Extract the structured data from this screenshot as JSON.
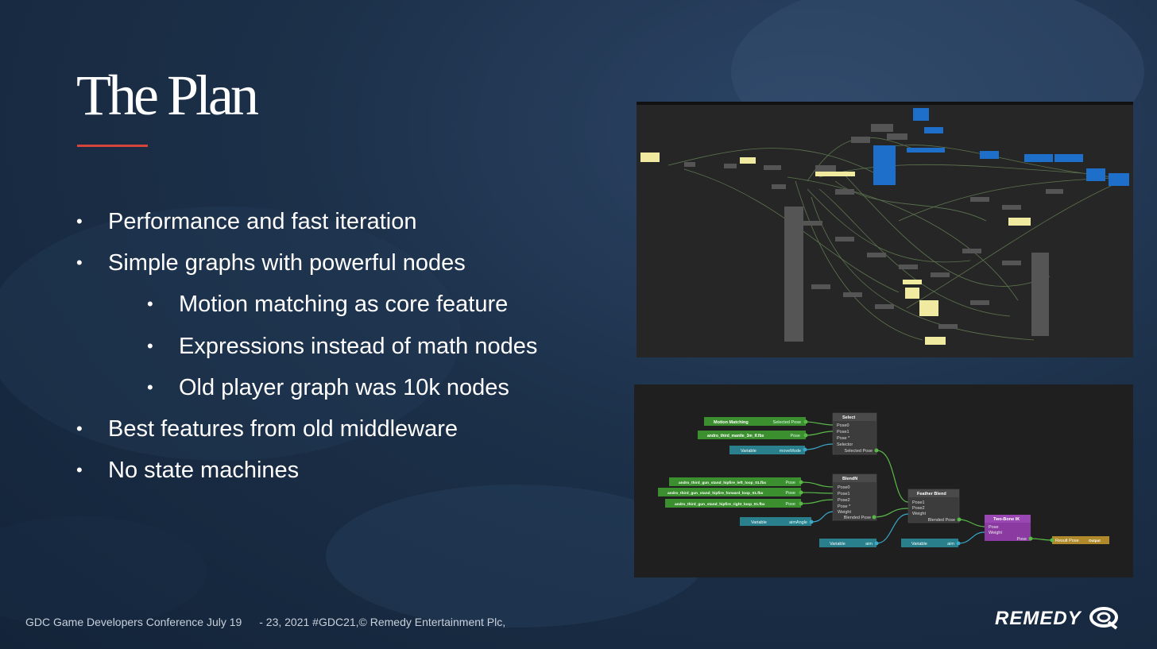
{
  "slide": {
    "title": "The Plan",
    "bullets": [
      {
        "text": "Performance and fast iteration",
        "level": 1
      },
      {
        "text": "Simple graphs with powerful nodes",
        "level": 1
      },
      {
        "text": "Motion matching as core feature",
        "level": 2
      },
      {
        "text": "Expressions instead of math nodes",
        "level": 2
      },
      {
        "text": "Old player graph was 10k nodes",
        "level": 2
      },
      {
        "text": "Best features from old middleware",
        "level": 1
      },
      {
        "text": "No state machines",
        "level": 1
      }
    ],
    "bullet_char": "•"
  },
  "graph_nodes": {
    "motion_matching": "Motion Matching",
    "selected_pose": "Selected Pose",
    "clip_mantle": "andro_third_mantle_3m_lf.fbx",
    "pose": "Pose",
    "variable": "Variable",
    "move_mode": "moveMode",
    "select": "Select",
    "pose0": "Pose0",
    "pose1": "Pose1",
    "pose_star": "Pose *",
    "selector": "Selector",
    "clip_left": "andro_third_gun_stand_hipfire_left_loop_01.fbx",
    "clip_forward": "andro_third_gun_stand_hipfire_forward_loop_01.fbx",
    "clip_right": "andro_third_gun_stand_hipfire_right_loop_01.fbx",
    "blendn": "BlendN",
    "pose2": "Pose2",
    "weight": "Weight",
    "blended_pose": "Blended Pose",
    "aim_angle": "aimAngle",
    "feather_blend": "Feather Blend",
    "two_bone_ik": "Two-Bone IK",
    "aim": "aim",
    "result_pose": "Result Pose",
    "output": "Output"
  },
  "footer": {
    "conference": "GDC Game Developers Conference July 19",
    "rest": "- 23, 2021 #GDC21,© Remedy Entertainment Plc,"
  },
  "logo": {
    "text": "REMEDY"
  },
  "colors": {
    "accent_rule": "#d6453a",
    "clip_node": "#3b8f2e",
    "variable_node": "#2a7f8c",
    "ik_node": "#8a3aa0",
    "output_node": "#b08a2a",
    "graph_bg": "#1f1f1f",
    "overview_bg": "#262626"
  }
}
